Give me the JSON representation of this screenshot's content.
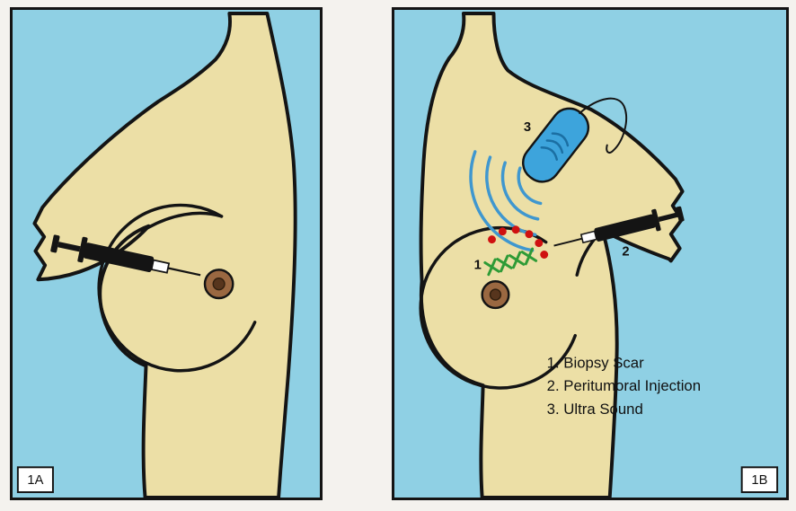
{
  "figure": {
    "panels": {
      "a": {
        "label": "1A"
      },
      "b": {
        "label": "1B",
        "marker1": "1",
        "marker2": "2",
        "marker3": "3",
        "legend": [
          "1. Biopsy Scar",
          "2. Peritumoral Injection",
          "3. Ultra Sound"
        ]
      }
    }
  },
  "colors": {
    "paper": "#f4f2ee",
    "sky": "#8fd0e4",
    "skin": "#ecdfa6",
    "outline": "#141414",
    "areola": "#9a6841",
    "nipple": "#57351d",
    "probe": "#3da4dc",
    "probeDark": "#1b6fa3",
    "wave": "#3f97cf",
    "dot": "#cf1110",
    "scar": "#2e9b36"
  }
}
